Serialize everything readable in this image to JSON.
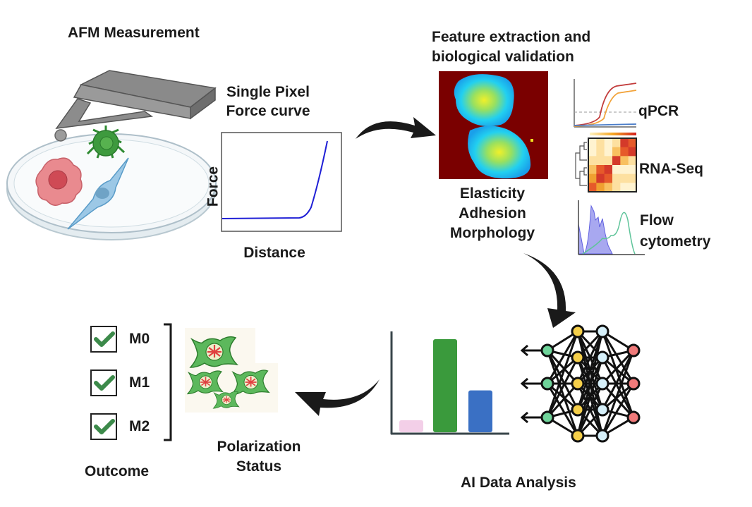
{
  "stages": {
    "afm": {
      "title": "AFM Measurement"
    },
    "force_curve": {
      "title_line1": "Single Pixel",
      "title_line2": "Force curve",
      "ylabel": "Force",
      "xlabel": "Distance",
      "curve_color": "#1f1fd6"
    },
    "features": {
      "title_line1": "Feature extraction and",
      "title_line2": "biological validation",
      "items": [
        "Elasticity",
        "Adhesion",
        "Morphology"
      ],
      "validation": {
        "qpcr": "qPCR",
        "rnaseq": "RNA-Seq",
        "flow_line1": "Flow",
        "flow_line2": "cytometry"
      }
    },
    "ai": {
      "title": "AI Data Analysis",
      "bars": [
        {
          "value": 0.13,
          "color": "#f3cfe8"
        },
        {
          "value": 1.0,
          "color": "#3a9a3c"
        },
        {
          "value": 0.45,
          "color": "#3a70c4"
        }
      ],
      "node_colors": {
        "input": "#6fd49a",
        "hidden1": "#f5cf4a",
        "hidden2": "#d6f0fa",
        "output": "#f07a7a"
      }
    },
    "polarization": {
      "title_line1": "Polarization",
      "title_line2": "Status"
    },
    "outcome": {
      "title": "Outcome",
      "classes": [
        {
          "label": "M0",
          "checked": true
        },
        {
          "label": "M1",
          "checked": true
        },
        {
          "label": "M2",
          "checked": true
        }
      ],
      "check_color": "#3c8a4a"
    }
  }
}
